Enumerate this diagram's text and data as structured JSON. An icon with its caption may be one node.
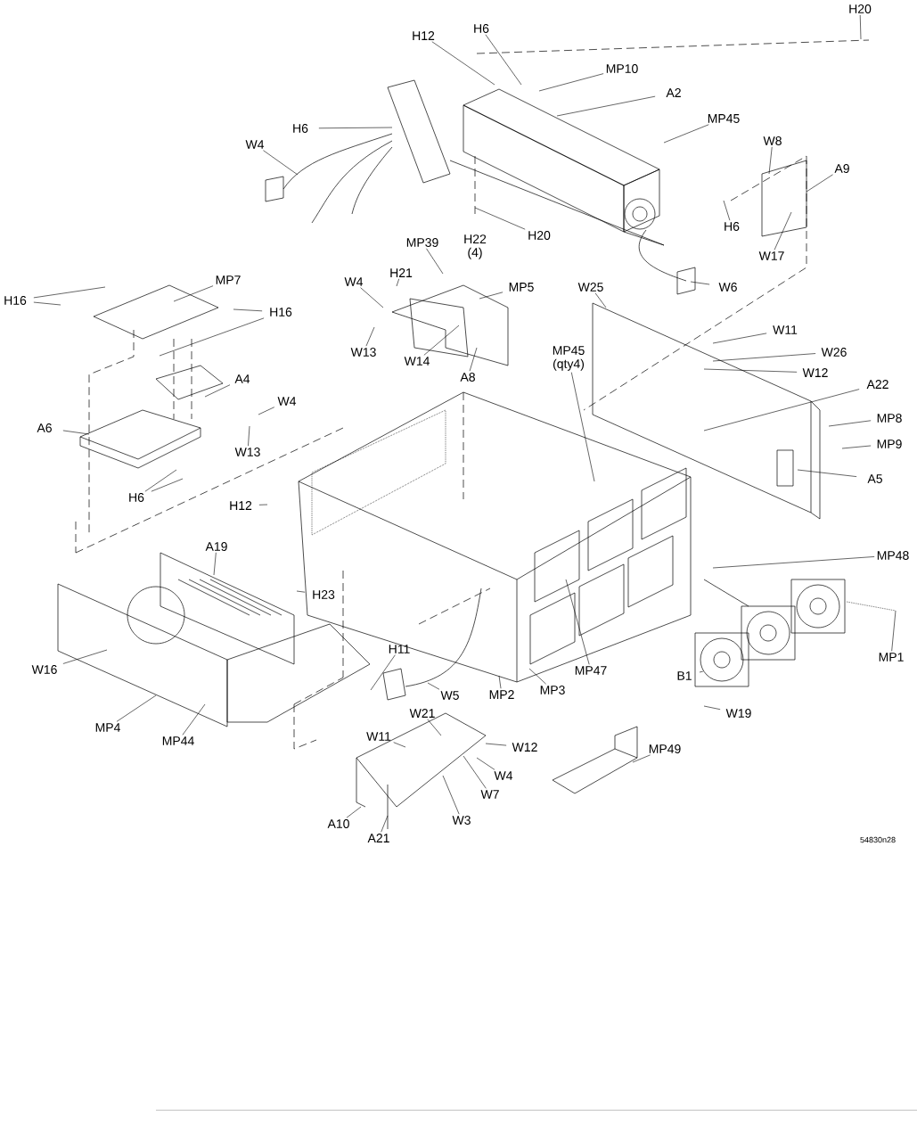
{
  "diagram": {
    "nodes": [
      {
        "text": [
          "H20"
        ]
      },
      {
        "text": [
          "H12"
        ]
      },
      {
        "text": [
          "H6"
        ]
      },
      {
        "text": [
          "MP10"
        ]
      },
      {
        "text": [
          "A2"
        ]
      },
      {
        "text": [
          "MP45"
        ]
      },
      {
        "text": [
          "H6"
        ]
      },
      {
        "text": [
          "W4"
        ]
      },
      {
        "text": [
          "W8"
        ]
      },
      {
        "text": [
          "A9"
        ]
      },
      {
        "text": [
          "H6"
        ]
      },
      {
        "text": [
          "W17"
        ]
      },
      {
        "text": [
          "H20"
        ]
      },
      {
        "text": [
          "W6"
        ]
      },
      {
        "text": [
          "MP39"
        ]
      },
      {
        "text": [
          "MP7"
        ]
      },
      {
        "text": [
          "H16"
        ]
      },
      {
        "text": [
          "H21"
        ]
      },
      {
        "text": [
          "W4"
        ]
      },
      {
        "text": [
          "MP5"
        ]
      },
      {
        "text": [
          "H16"
        ]
      },
      {
        "text": [
          "W13"
        ]
      },
      {
        "text": [
          "W14"
        ]
      },
      {
        "text": [
          "A8"
        ]
      },
      {
        "text": [
          "W25"
        ]
      },
      {
        "text": [
          "W11"
        ]
      },
      {
        "text": [
          "W26"
        ]
      },
      {
        "text": [
          "W12"
        ]
      },
      {
        "text": [
          "A22"
        ]
      },
      {
        "text": [
          "MP8"
        ]
      },
      {
        "text": [
          "MP9"
        ]
      },
      {
        "text": [
          "A5"
        ]
      },
      {
        "text": [
          "MP45 (qty4)"
        ]
      },
      {
        "text": [
          "A4"
        ]
      },
      {
        "text": [
          "W4"
        ]
      },
      {
        "text": [
          "A6"
        ]
      },
      {
        "text": [
          "W13"
        ]
      },
      {
        "text": [
          "H6"
        ]
      },
      {
        "text": [
          "H12"
        ]
      },
      {
        "text": [
          "MP48"
        ]
      },
      {
        "text": [
          "A19"
        ]
      },
      {
        "text": [
          "H23"
        ]
      },
      {
        "text": [
          "W16"
        ]
      },
      {
        "text": [
          "H11"
        ]
      },
      {
        "text": [
          "W5"
        ]
      },
      {
        "text": [
          "MP2"
        ]
      },
      {
        "text": [
          "MP3"
        ]
      },
      {
        "text": [
          "MP47"
        ]
      },
      {
        "text": [
          "B1"
        ]
      },
      {
        "text": [
          "MP1"
        ]
      },
      {
        "text": [
          "W19"
        ]
      },
      {
        "text": [
          "MP4"
        ]
      },
      {
        "text": [
          "MP44"
        ]
      },
      {
        "text": [
          "W21"
        ]
      },
      {
        "text": [
          "W11"
        ]
      },
      {
        "text": [
          "W12"
        ]
      },
      {
        "text": [
          "W4"
        ]
      },
      {
        "text": [
          "W7"
        ]
      },
      {
        "text": [
          "W3"
        ]
      },
      {
        "text": [
          "MP49"
        ]
      },
      {
        "text": [
          "A10"
        ]
      },
      {
        "text": [
          "A21"
        ]
      }
    ],
    "edges": [
      {
        "from": 0,
        "to": null,
        "arrow": "none"
      },
      {
        "from": 1,
        "to": null,
        "arrow": "none"
      },
      {
        "from": 2,
        "to": null,
        "arrow": "none"
      },
      {
        "from": 3,
        "to": null,
        "arrow": "none"
      },
      {
        "from": 4,
        "to": null,
        "arrow": "none"
      },
      {
        "from": 5,
        "to": null,
        "arrow": "none"
      },
      {
        "from": 6,
        "to": null,
        "arrow": "none"
      },
      {
        "from": 7,
        "to": null,
        "arrow": "none"
      },
      {
        "from": 8,
        "to": null,
        "arrow": "none"
      },
      {
        "from": 9,
        "to": null,
        "arrow": "none"
      },
      {
        "from": 10,
        "to": null,
        "arrow": "none"
      },
      {
        "from": 11,
        "to": null,
        "arrow": "none"
      },
      {
        "from": 12,
        "to": null,
        "arrow": "none"
      },
      {
        "from": 13,
        "to": null,
        "arrow": "none"
      },
      {
        "from": 14,
        "to": null,
        "arrow": "none"
      },
      {
        "from": 15,
        "to": null,
        "arrow": "none"
      },
      {
        "from": 16,
        "to": null,
        "arrow": "none"
      },
      {
        "from": 16,
        "to": null,
        "arrow": "none"
      },
      {
        "from": 17,
        "to": null,
        "arrow": "none"
      },
      {
        "from": 18,
        "to": null,
        "arrow": "none"
      },
      {
        "from": 19,
        "to": null,
        "arrow": "none"
      },
      {
        "from": 20,
        "to": null,
        "arrow": "none"
      },
      {
        "from": 20,
        "to": null,
        "arrow": "none"
      },
      {
        "from": 21,
        "to": null,
        "arrow": "none"
      },
      {
        "from": 22,
        "to": null,
        "arrow": "none"
      },
      {
        "from": 23,
        "to": null,
        "arrow": "none"
      },
      {
        "from": 24,
        "to": null,
        "arrow": "none"
      },
      {
        "from": 25,
        "to": null,
        "arrow": "none"
      },
      {
        "from": 26,
        "to": null,
        "arrow": "none"
      },
      {
        "from": 27,
        "to": null,
        "arrow": "none"
      },
      {
        "from": 28,
        "to": null,
        "arrow": "none"
      },
      {
        "from": 29,
        "to": null,
        "arrow": "none"
      },
      {
        "from": 30,
        "to": null,
        "arrow": "none"
      },
      {
        "from": 31,
        "to": null,
        "arrow": "none"
      },
      {
        "from": 32,
        "to": null,
        "arrow": "none"
      },
      {
        "from": 33,
        "to": null,
        "arrow": "none"
      },
      {
        "from": 34,
        "to": null,
        "arrow": "none"
      },
      {
        "from": 35,
        "to": null,
        "arrow": "none"
      },
      {
        "from": 36,
        "to": null,
        "arrow": "none"
      },
      {
        "from": 37,
        "to": null,
        "arrow": "none"
      },
      {
        "from": 37,
        "to": null,
        "arrow": "none"
      },
      {
        "from": 38,
        "to": null,
        "arrow": "none"
      },
      {
        "from": 39,
        "to": null,
        "arrow": "none"
      },
      {
        "from": 40,
        "to": null,
        "arrow": "none"
      },
      {
        "from": 41,
        "to": null,
        "arrow": "none"
      },
      {
        "from": 42,
        "to": null,
        "arrow": "none"
      },
      {
        "from": 43,
        "to": null,
        "arrow": "none"
      },
      {
        "from": 44,
        "to": null,
        "arrow": "none"
      },
      {
        "from": 45,
        "to": null,
        "arrow": "none"
      },
      {
        "from": 46,
        "to": null,
        "arrow": "none"
      },
      {
        "from": 47,
        "to": null,
        "arrow": "none"
      },
      {
        "from": 48,
        "to": null,
        "arrow": "none"
      },
      {
        "from": 49,
        "to": null,
        "arrow": "none"
      },
      {
        "from": 50,
        "to": null,
        "arrow": "none"
      },
      {
        "from": 51,
        "to": null,
        "arrow": "none"
      },
      {
        "from": 52,
        "to": null,
        "arrow": "none"
      },
      {
        "from": 53,
        "to": null,
        "arrow": "none"
      },
      {
        "from": 54,
        "to": null,
        "arrow": "none"
      },
      {
        "from": 55,
        "to": null,
        "arrow": "none"
      },
      {
        "from": 56,
        "to": null,
        "arrow": "none"
      },
      {
        "from": 57,
        "to": null,
        "arrow": "none"
      },
      {
        "from": 58,
        "to": null,
        "arrow": "none"
      },
      {
        "from": 59,
        "to": null,
        "arrow": "none"
      },
      {
        "from": 60,
        "to": null,
        "arrow": "none"
      },
      {
        "from": 61,
        "to": null,
        "arrow": "none"
      }
    ],
    "labels": [
      "H22 (4)",
      "54830n28"
    ]
  }
}
